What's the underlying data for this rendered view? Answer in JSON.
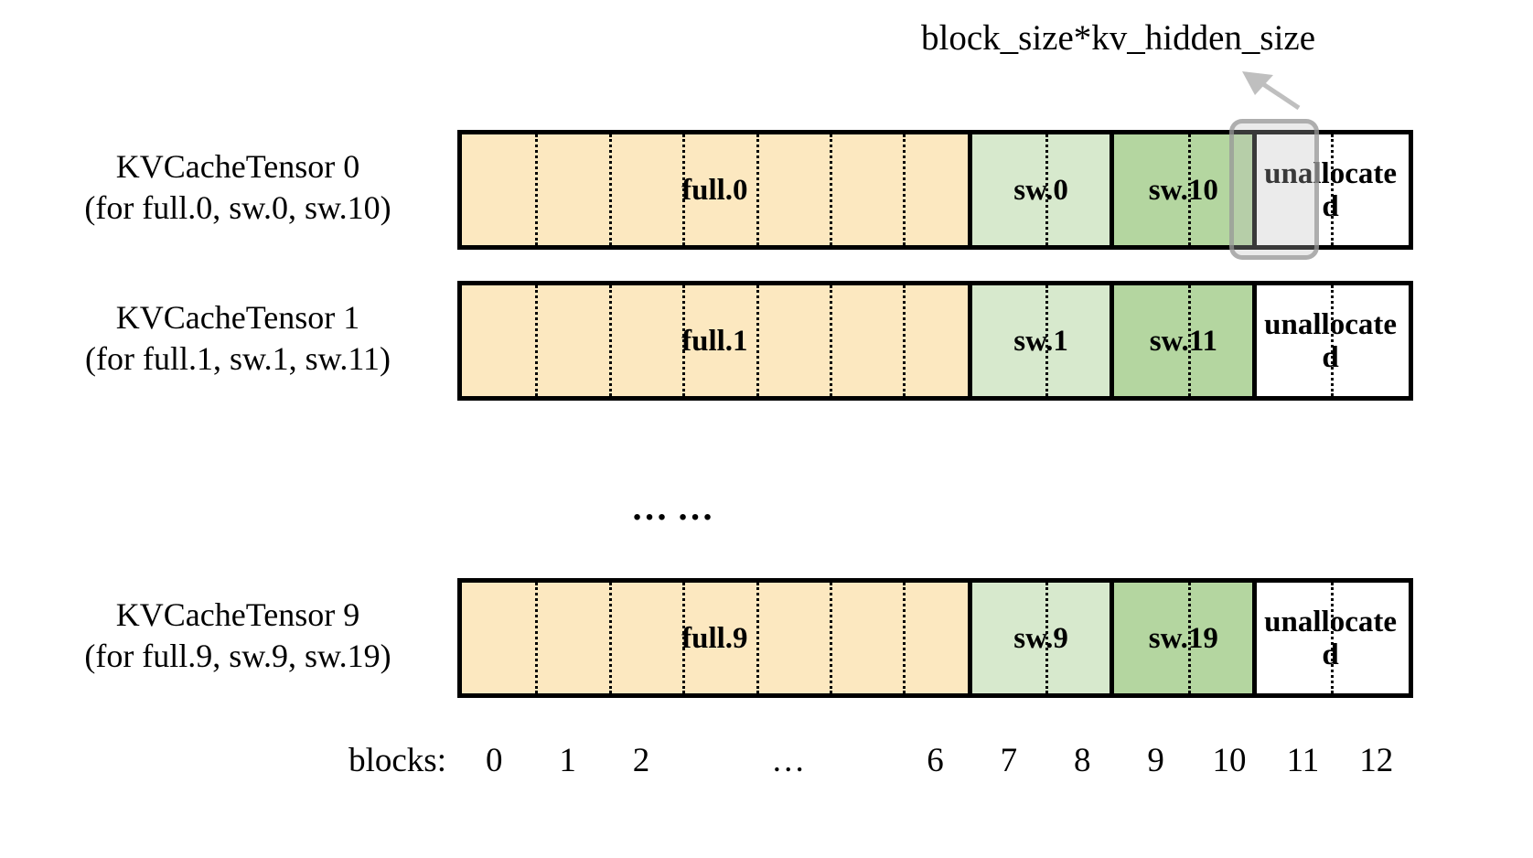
{
  "diagram": {
    "title_annotation": "block_size*kv_hidden_size",
    "axis_caption": "blocks:",
    "axis_ticks": [
      "0",
      "1",
      "2",
      "…",
      "6",
      "7",
      "8",
      "9",
      "10",
      "11",
      "12"
    ],
    "ellipsis": "……",
    "colors": {
      "full": "#FCE8C0",
      "sw_light": "#D7E9CD",
      "sw_dark": "#B4D6A0",
      "unallocated": "#FFFFFF",
      "border": "#000000",
      "highlight_stroke": "#A6A6A6",
      "highlight_fill": "#E6E6E6",
      "arrow": "#BFBFBF"
    },
    "rows": [
      {
        "label_line1": "KVCacheTensor 0",
        "label_line2": "(for full.0, sw.0, sw.10)",
        "segments": [
          {
            "name": "full.0",
            "label": "full.0",
            "blocks": 7,
            "fill": "full"
          },
          {
            "name": "sw.0",
            "label": "sw.0",
            "blocks": 2,
            "fill": "sw_light"
          },
          {
            "name": "sw.10",
            "label": "sw.10",
            "blocks": 2,
            "fill": "sw_dark"
          },
          {
            "name": "unallocated",
            "label": "unallocated",
            "blocks": 2,
            "fill": "unallocated"
          }
        ]
      },
      {
        "label_line1": "KVCacheTensor 1",
        "label_line2": "(for full.1, sw.1, sw.11)",
        "segments": [
          {
            "name": "full.1",
            "label": "full.1",
            "blocks": 7,
            "fill": "full"
          },
          {
            "name": "sw.1",
            "label": "sw.1",
            "blocks": 2,
            "fill": "sw_light"
          },
          {
            "name": "sw.11",
            "label": "sw.11",
            "blocks": 2,
            "fill": "sw_dark"
          },
          {
            "name": "unallocated",
            "label": "unallocated",
            "blocks": 2,
            "fill": "unallocated"
          }
        ]
      },
      {
        "label_line1": "KVCacheTensor 9",
        "label_line2": "(for full.9, sw.9, sw.19)",
        "segments": [
          {
            "name": "full.9",
            "label": "full.9",
            "blocks": 7,
            "fill": "full"
          },
          {
            "name": "sw.9",
            "label": "sw.9",
            "blocks": 2,
            "fill": "sw_light"
          },
          {
            "name": "sw.19",
            "label": "sw.19",
            "blocks": 2,
            "fill": "sw_dark"
          },
          {
            "name": "unallocated",
            "label": "unallocated",
            "blocks": 2,
            "fill": "unallocated"
          }
        ]
      }
    ]
  }
}
